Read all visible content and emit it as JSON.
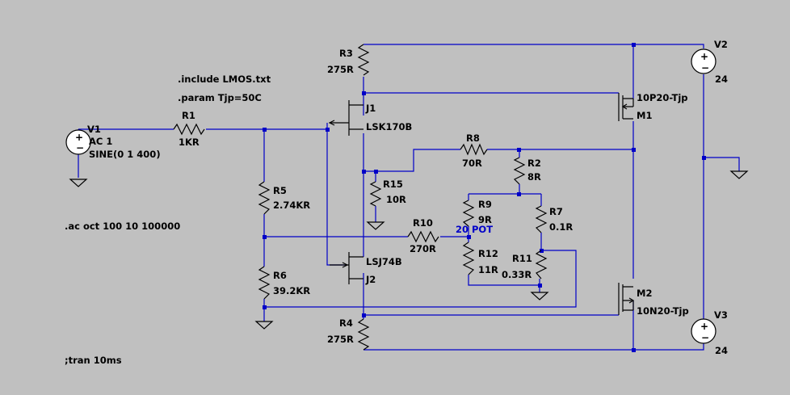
{
  "directives": {
    "include": ".include LMOS.txt",
    "param": ".param Tjp=50C",
    "ac": ".ac oct 100 10 100000",
    "tran": ";tran 10ms"
  },
  "sources": {
    "v1": {
      "name": "V1",
      "line1": "AC 1",
      "line2": "SINE(0 1 400)"
    },
    "v2": {
      "name": "V2",
      "value": "24"
    },
    "v3": {
      "name": "V3",
      "value": "24"
    }
  },
  "resistors": {
    "r1": {
      "name": "R1",
      "value": "1KR"
    },
    "r2": {
      "name": "R2",
      "value": "8R"
    },
    "r3": {
      "name": "R3",
      "value": "275R"
    },
    "r4": {
      "name": "R4",
      "value": "275R"
    },
    "r5": {
      "name": "R5",
      "value": "2.74KR"
    },
    "r6": {
      "name": "R6",
      "value": "39.2KR"
    },
    "r7": {
      "name": "R7",
      "value": "0.1R"
    },
    "r8": {
      "name": "R8",
      "value": "70R"
    },
    "r9": {
      "name": "R9",
      "value": "9R"
    },
    "r10": {
      "name": "R10",
      "value": "270R"
    },
    "r11": {
      "name": "R11",
      "value": "0.33R"
    },
    "r12": {
      "name": "R12",
      "value": "11R"
    },
    "r15": {
      "name": "R15",
      "value": "10R"
    }
  },
  "transistors": {
    "j1": {
      "name": "J1",
      "model": "LSK170B"
    },
    "j2": {
      "name": "J2",
      "model": "LSJ74B"
    },
    "m1": {
      "name": "M1",
      "model": "10P20-Tjp"
    },
    "m2": {
      "name": "M2",
      "model": "10N20-Tjp"
    }
  },
  "annotations": {
    "pot": "20 POT"
  },
  "colors": {
    "background": "#c0c0c0",
    "wire": "#0000c8",
    "component": "#000000",
    "source_fill": "#ffffff"
  }
}
